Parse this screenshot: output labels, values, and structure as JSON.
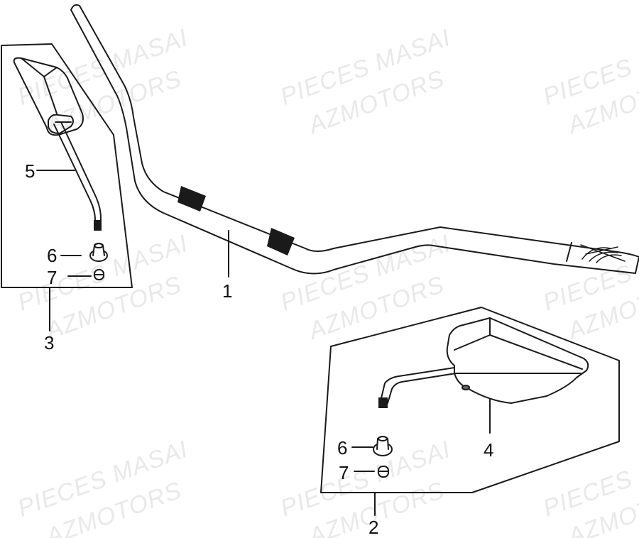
{
  "diagram": {
    "type": "exploded parts diagram",
    "subject": "Handlebar and mirrors",
    "watermark": {
      "line1": "PIECES MASAI",
      "line2": "AZMOTORS"
    },
    "callouts": [
      {
        "number": "1",
        "part": "handlebar"
      },
      {
        "number": "2",
        "part": "right mirror assembly"
      },
      {
        "number": "3",
        "part": "left mirror assembly"
      },
      {
        "number": "4",
        "part": "right mirror"
      },
      {
        "number": "5",
        "part": "left mirror"
      },
      {
        "number": "6",
        "part": "nut"
      },
      {
        "number": "7",
        "part": "nut"
      }
    ],
    "labels": {
      "l1": "1",
      "l2": "2",
      "l3": "3",
      "l4": "4",
      "l5": "5",
      "l6a": "6",
      "l7a": "7",
      "l6b": "6",
      "l7b": "7"
    }
  }
}
